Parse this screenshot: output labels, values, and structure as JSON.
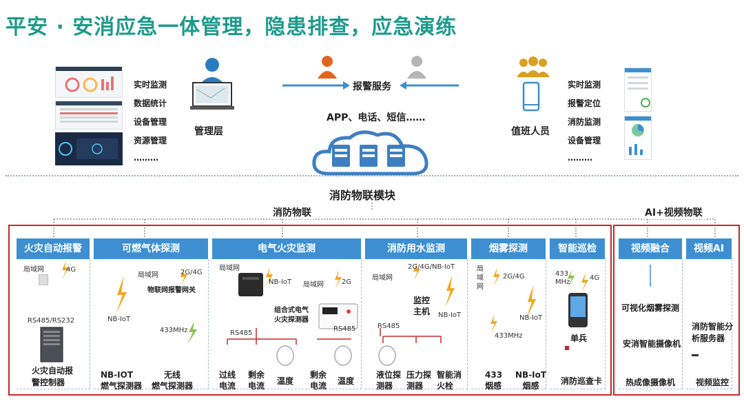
{
  "title": "平安 · 安消应急一体管理，隐患排查，应急演练",
  "top": {
    "management_features": [
      "实时监测",
      "数据统计",
      "设备管理",
      "资源管理",
      "………"
    ],
    "management_label": "管理层",
    "alarm_service": "报警服务",
    "channels": "APP、电话、短信……",
    "cloud_module": "消防物联模块",
    "duty_label": "值班人员",
    "duty_features": [
      "实时监测",
      "报警定位",
      "消防监测",
      "设备管理",
      "………"
    ]
  },
  "group_labels": {
    "fire_iot": "消防物联",
    "ai_video": "AI+视频物联"
  },
  "sections": {
    "fire_alarm": {
      "header": "火灾自动报警",
      "lan": "局域网",
      "net4g": "4G",
      "rs": "RS485/RS232",
      "device": "火灾自动报\n警控制器"
    },
    "gas": {
      "header": "可燃气体探测",
      "lan": "局域网",
      "net": "2G/4G",
      "gateway": "物联网报警网关",
      "nbiot": "NB-IoT",
      "mhz": "433MHz",
      "dev1": "NB-IOT\n燃气探测器",
      "dev2": "无线\n燃气探测器"
    },
    "electric": {
      "header": "电气火灾监测",
      "lan1": "局域网",
      "nbiot": "NB-IoT",
      "lan2": "局域网",
      "net2g": "2G",
      "combo": "组合式电气\n火灾探测器",
      "rs485a": "RS485",
      "rs485b": "RS485",
      "dev1": "过线\n电流",
      "dev2": "剩余\n电流",
      "dev3": "温度",
      "dev4": "剩余\n电流",
      "dev5": "温度"
    },
    "water": {
      "header": "消防用水监测",
      "lan": "局域网",
      "net": "2G/4G/NB-IoT",
      "host": "监控\n主机",
      "nbiot": "NB-IoT",
      "rs485": "RS485",
      "dev1": "液位探\n测器",
      "dev2": "压力探\n测器",
      "dev3": "智能消\n火栓"
    },
    "smoke": {
      "header": "烟雾探测",
      "lan": "局\n域\n网",
      "net": "2G/4G",
      "nbiot": "NB-IoT",
      "mhz": "433MHz",
      "dev1": "433\n烟感",
      "dev2": "NB-IoT\n烟感"
    },
    "patrol": {
      "header": "智能巡检",
      "mhz": "433\nMHz",
      "net4g": "4G",
      "soldier": "单兵",
      "card": "消防巡查卡"
    },
    "video_fusion": {
      "header": "视频融合",
      "dev1": "可视化烟雾探测",
      "dev2": "安消智能摄像机",
      "dev3": "热成像摄像机"
    },
    "video_ai": {
      "header": "视频AI",
      "dev1": "消防智能分\n析服务器",
      "dev2": "视频监控"
    }
  },
  "colors": {
    "title": "#1e9a8c",
    "header_bg": "#3d8fd1",
    "panel_border": "#c62828",
    "bolt": "#f5a623",
    "bolt_green": "#8bc34a",
    "arrow": "#3d8fd1",
    "cloud": "#3d7fc1",
    "person_orange": "#e0661f",
    "person_gray": "#b5b5b5",
    "person_gold": "#d9a020"
  }
}
